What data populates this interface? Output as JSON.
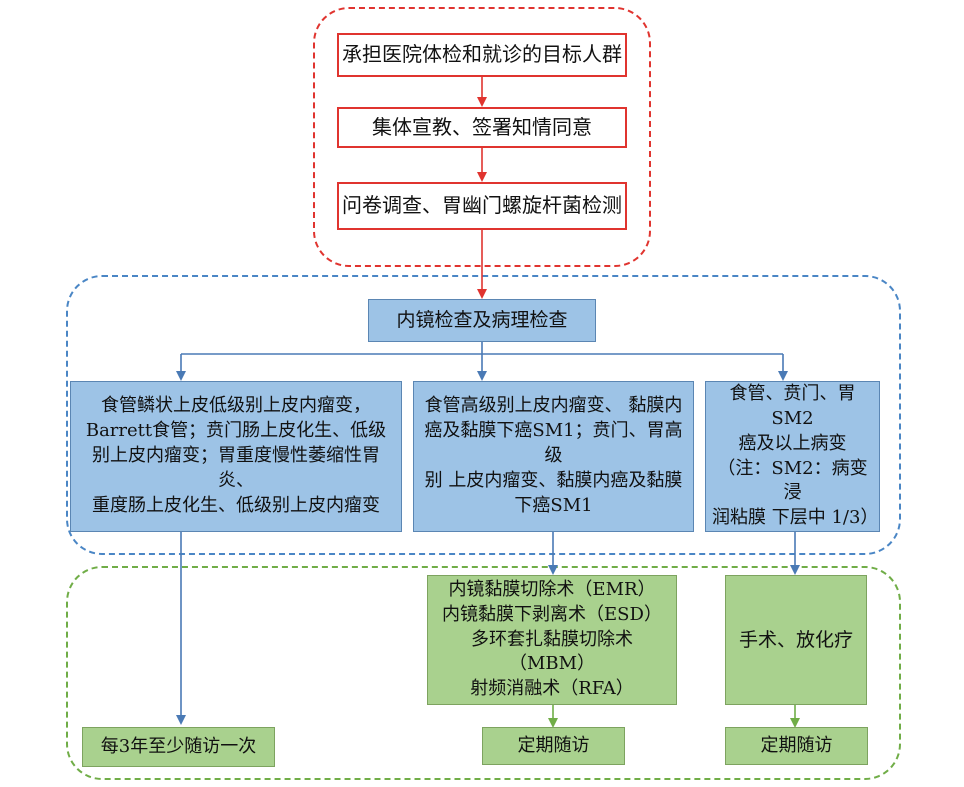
{
  "colors": {
    "red": "#e0342f",
    "blue_dash": "#4a86c5",
    "green_dash": "#70ad47",
    "blue_fill": "#9dc3e6",
    "green_fill": "#a9d18e",
    "blue_line": "#4a7ab5",
    "green_line": "#70ad47"
  },
  "steps": {
    "target_population": "承担医院体检和就诊的目标人群",
    "consent": "集体宣教、签署知情同意",
    "screening": "问卷调查、胃幽门螺旋杆菌检测",
    "endoscopy": "内镜检查及病理检查"
  },
  "findings": {
    "low_grade": [
      "食管鳞状上皮低级别上皮内瘤变，",
      "Barrett食管；贲门肠上皮化生、低级",
      "别上皮内瘤变；胃重度慢性萎缩性胃炎、",
      "重度肠上皮化生、低级别上皮内瘤变"
    ],
    "high_grade": [
      "食管高级别上皮内瘤变、 黏膜内",
      "癌及黏膜下癌SM1；贲门、胃高级",
      "别 上皮内瘤变、黏膜内癌及黏膜",
      "下癌SM1"
    ],
    "advanced": [
      "食管、贲门、胃SM2",
      "癌及以上病变",
      "（注：SM2：病变浸",
      "润粘膜 下层中 1/3）"
    ]
  },
  "treatments": {
    "endoscopic": [
      "内镜黏膜切除术（EMR）",
      "内镜黏膜下剥离术（ESD）",
      "多环套扎黏膜切除术（MBM）",
      "射频消融术（RFA）"
    ],
    "surgery": "手术、放化疗"
  },
  "followups": {
    "every_3_years": "每3年至少随访一次",
    "regular_1": "定期随访",
    "regular_2": "定期随访"
  }
}
